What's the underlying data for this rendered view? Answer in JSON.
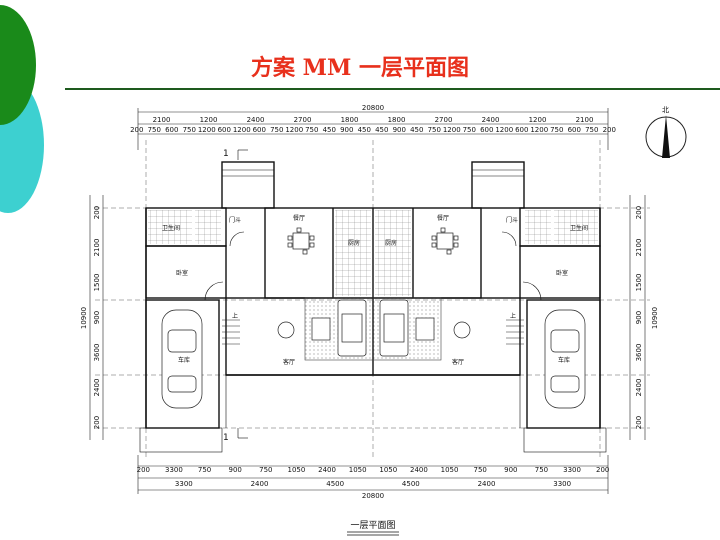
{
  "title": "方案 MM  一层平面图",
  "colors": {
    "title": "#e8301c",
    "rule": "#1e5a1e",
    "deco_green": "#1a8a1a",
    "deco_cyan": "#3dd0d0"
  },
  "north_label": "北",
  "caption": "一层平面图",
  "stair_mark": "1",
  "top_overall": "20800",
  "top_row1": [
    "2100",
    "1200",
    "2400",
    "2700",
    "1800",
    "1800",
    "2700",
    "2400",
    "1200",
    "2100"
  ],
  "top_row2": [
    "200",
    "750",
    "600",
    "750",
    "1200",
    "600",
    "1200",
    "600",
    "750",
    "1200",
    "750",
    "450",
    "900",
    "450",
    "450",
    "900",
    "450",
    "750",
    "1200",
    "750",
    "600",
    "1200",
    "600",
    "1200",
    "750",
    "600",
    "750",
    "200"
  ],
  "bottom_row1": [
    "200",
    "3300",
    "750",
    "900",
    "750",
    "1050",
    "2400",
    "1050",
    "1050",
    "2400",
    "1050",
    "750",
    "900",
    "750",
    "3300",
    "200"
  ],
  "bottom_row2": [
    "3300",
    "2400",
    "4500",
    "4500",
    "2400",
    "3300"
  ],
  "bottom_overall": "20800",
  "left_dims": [
    "200",
    "2100",
    "1500",
    "900",
    "3600",
    "2400",
    "200"
  ],
  "left_overall": "10900",
  "right_dims": [
    "200",
    "2100",
    "1500",
    "900",
    "3600",
    "2400",
    "200"
  ],
  "right_overall": "10900",
  "rooms": {
    "bath_l": "卫生间",
    "bath_r": "卫生间",
    "hall_l": "门斗",
    "hall_r": "门斗",
    "bed_l": "卧室",
    "bed_r": "卧室",
    "dining_l": "餐厅",
    "dining_r": "餐厅",
    "kitchen_l": "厨房",
    "kitchen_r": "厨房",
    "garage_l": "车库",
    "garage_r": "车库",
    "living_l": "客厅",
    "living_r": "客厅",
    "stair_l": "上",
    "stair_r": "上"
  }
}
